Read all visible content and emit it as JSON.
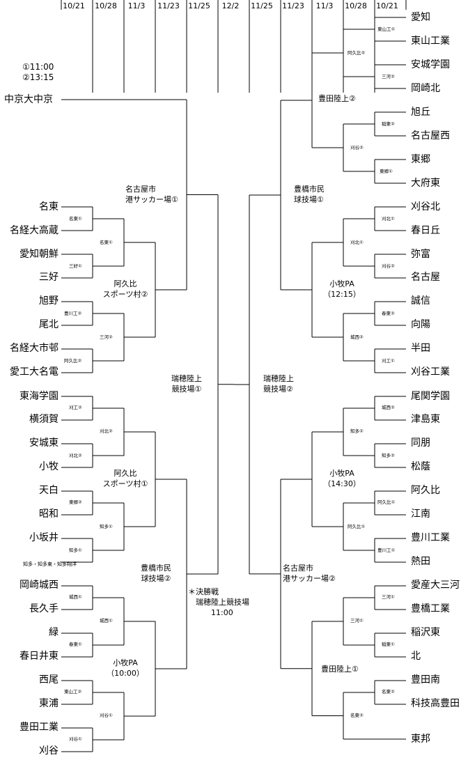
{
  "headers": [
    "10/21",
    "10/28",
    "11/3",
    "11/23",
    "11/25",
    "12/2",
    "11/25",
    "11/23",
    "11/3",
    "10/28",
    "10/21"
  ],
  "times": [
    "①11:00",
    "②13:15"
  ],
  "left_seed": "中京大中京",
  "left_teams": [
    "名東",
    "名経大高蔵",
    "愛知朝鮮",
    "三好",
    "旭野",
    "尾北",
    "名経大市邨",
    "愛工大名電",
    "東海学園",
    "横須賀",
    "安城東",
    "小牧",
    "天白",
    "昭和",
    "小坂井",
    "知多・知多東・知多翔洋",
    "岡崎城西",
    "長久手",
    "緑",
    "春日井東",
    "西尾",
    "東浦",
    "豊田工業",
    "刈谷"
  ],
  "right_teams": [
    "愛知",
    "東山工業",
    "安城学園",
    "岡崎北",
    "旭丘",
    "名古屋西",
    "東郷",
    "大府東",
    "刈谷北",
    "春日丘",
    "弥富",
    "名古屋",
    "誠信",
    "向陽",
    "半田",
    "刈谷工業",
    "尾関学園",
    "津島東",
    "同朋",
    "松蔭",
    "阿久比",
    "江南",
    "豊川工業",
    "熱田",
    "愛産大三河",
    "豊橋工業",
    "稲沢東",
    "北",
    "豊田南",
    "科技高豊田",
    "東邦"
  ],
  "left_r1_marks": [
    "名東①",
    "三好①",
    "豊川工②",
    "阿久比②",
    "刈工②",
    "刈北②",
    "東郷②",
    "知多①",
    "城西①",
    "春東①",
    "東山工②",
    "刈谷①"
  ],
  "left_r2_marks": [
    "名東①",
    "三河②",
    "刈北②",
    "知多①",
    "城西①",
    "刈谷①"
  ],
  "right_r1_marks": [
    "東山工①",
    "三河②",
    "稲東②",
    "東郷①",
    "刈北①",
    "刈谷②",
    "春東②",
    "刈工①",
    "城西②",
    "知多②",
    "阿久比①",
    "豊川工①",
    "三河①",
    "稲東①",
    "名東②"
  ],
  "right_r2_marks": [
    "阿久比②",
    "刈谷②",
    "刈北①",
    "城西②",
    "知多②",
    "阿久比①",
    "三河①",
    "名東②"
  ],
  "venues": {
    "left_q1": "名古屋市\n港サッカー場①",
    "left_r3_1": "阿久比\nスポーツ村②",
    "left_r3_2": "阿久比\nスポーツ村①",
    "left_q2": "豊橋市民\n球技場②",
    "left_r3_3": "小牧PA\n（10:00）",
    "left_semi": "瑞穂陸上\n競技場①",
    "right_r3_1": "豊田陸上②",
    "right_q1": "豊橋市民\n球技場①",
    "right_r3_2": "小牧PA\n（12:15）",
    "right_semi": "瑞穂陸上\n競技場②",
    "right_r3_3": "小牧PA\n（14:30）",
    "right_q2": "名古屋市\n港サッカー場②",
    "right_r3_4": "豊田陸上①"
  },
  "final_note": "＊決勝戦\n　瑞穂陸上競技場\n　　　11:00"
}
